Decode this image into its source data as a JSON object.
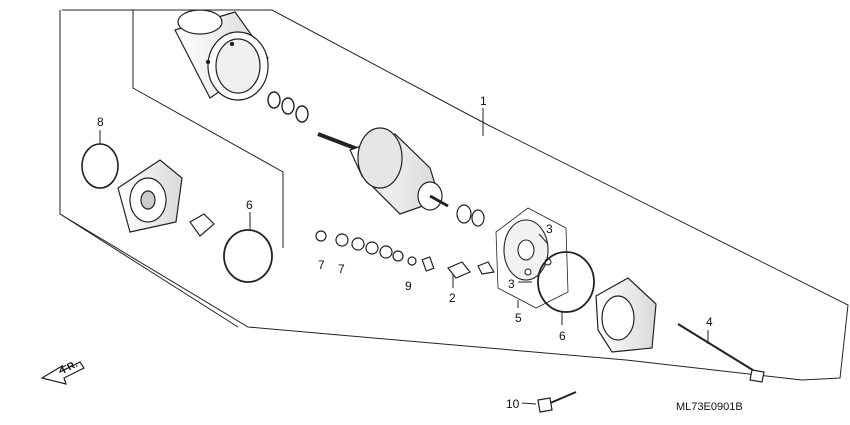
{
  "diagram": {
    "drawing_code": "ML73E0901B",
    "direction_label": "FR.",
    "callouts": {
      "c1": "1",
      "c2": "2",
      "c3a": "3",
      "c3b": "3",
      "c4": "4",
      "c5": "5",
      "c6a": "6",
      "c6b": "6",
      "c7a": "7",
      "c7b": "7",
      "c8": "8",
      "c9": "9",
      "c10": "10"
    }
  }
}
